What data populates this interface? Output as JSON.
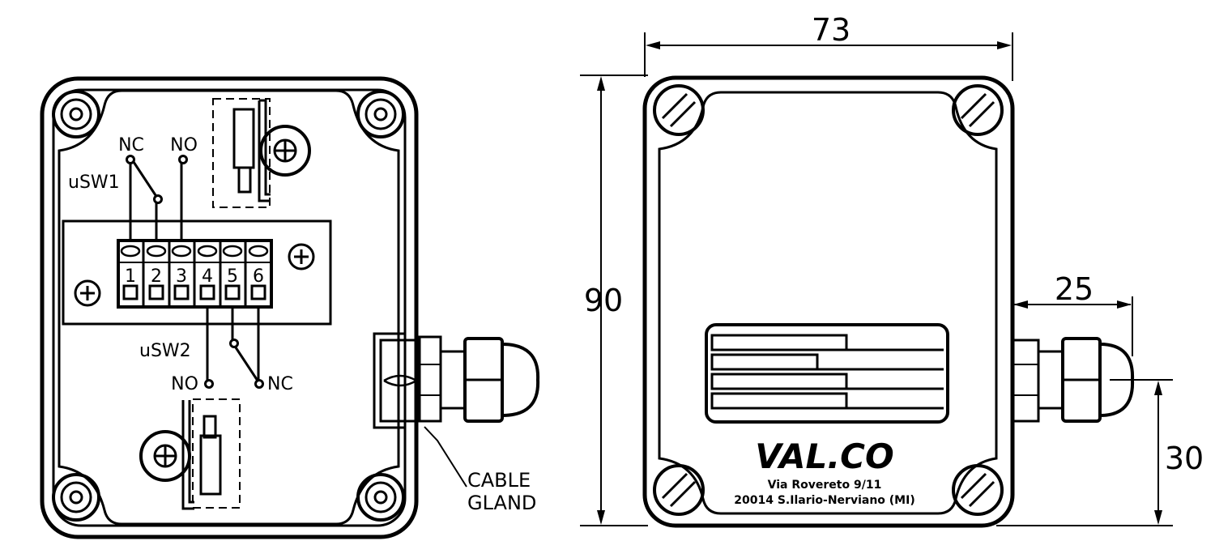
{
  "left_view": {
    "switch1": {
      "name": "uSW1",
      "nc": "NC",
      "no": "NO"
    },
    "switch2": {
      "name": "uSW2",
      "nc": "NC",
      "no": "NO"
    },
    "terminals": [
      "1",
      "2",
      "3",
      "4",
      "5",
      "6"
    ],
    "gland_label_line1": "CABLE",
    "gland_label_line2": "GLAND"
  },
  "right_view": {
    "dim_width": "73",
    "dim_height": "90",
    "dim_gland_length": "25",
    "dim_gland_height": "30",
    "brand": "VAL.CO",
    "address_line1": "Via Rovereto 9/11",
    "address_line2": "20014 S.Ilario-Nerviano (MI)"
  }
}
